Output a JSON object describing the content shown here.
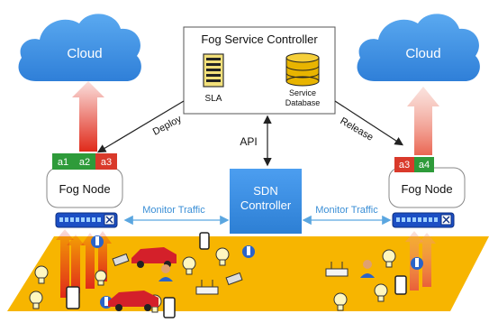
{
  "cloud_left": {
    "label": "Cloud"
  },
  "cloud_right": {
    "label": "Cloud"
  },
  "controller": {
    "title": "Fog Service Controller",
    "sla_label": "SLA",
    "db_label_line1": "Service",
    "db_label_line2": "Database"
  },
  "edges": {
    "deploy": "Deploy",
    "release": "Release",
    "api": "API",
    "monitor_left": "Monitor Traffic",
    "monitor_right": "Monitor Traffic"
  },
  "sdn": {
    "line1": "SDN",
    "line2": "Controller"
  },
  "fog_left": {
    "label": "Fog Node",
    "apps": [
      "a1",
      "a2",
      "a3"
    ]
  },
  "fog_right": {
    "label": "Fog Node",
    "apps": [
      "a3",
      "a4"
    ]
  },
  "colors": {
    "cloud": "#3d8ee6",
    "sdn": "#3a8ee0",
    "app_green": "#2e9b3a",
    "app_red": "#d93a2b",
    "ground": "#f7b500",
    "arrow_red": "#e02a1a",
    "link_blue": "#5aa6e0"
  },
  "icons": [
    "cloud-icon",
    "sla-document-icon",
    "database-icon",
    "switch-icon",
    "lightbulb-icon",
    "smartphone-icon",
    "thermometer-icon",
    "camera-icon",
    "car-icon",
    "user-icon",
    "wifi-router-icon"
  ]
}
